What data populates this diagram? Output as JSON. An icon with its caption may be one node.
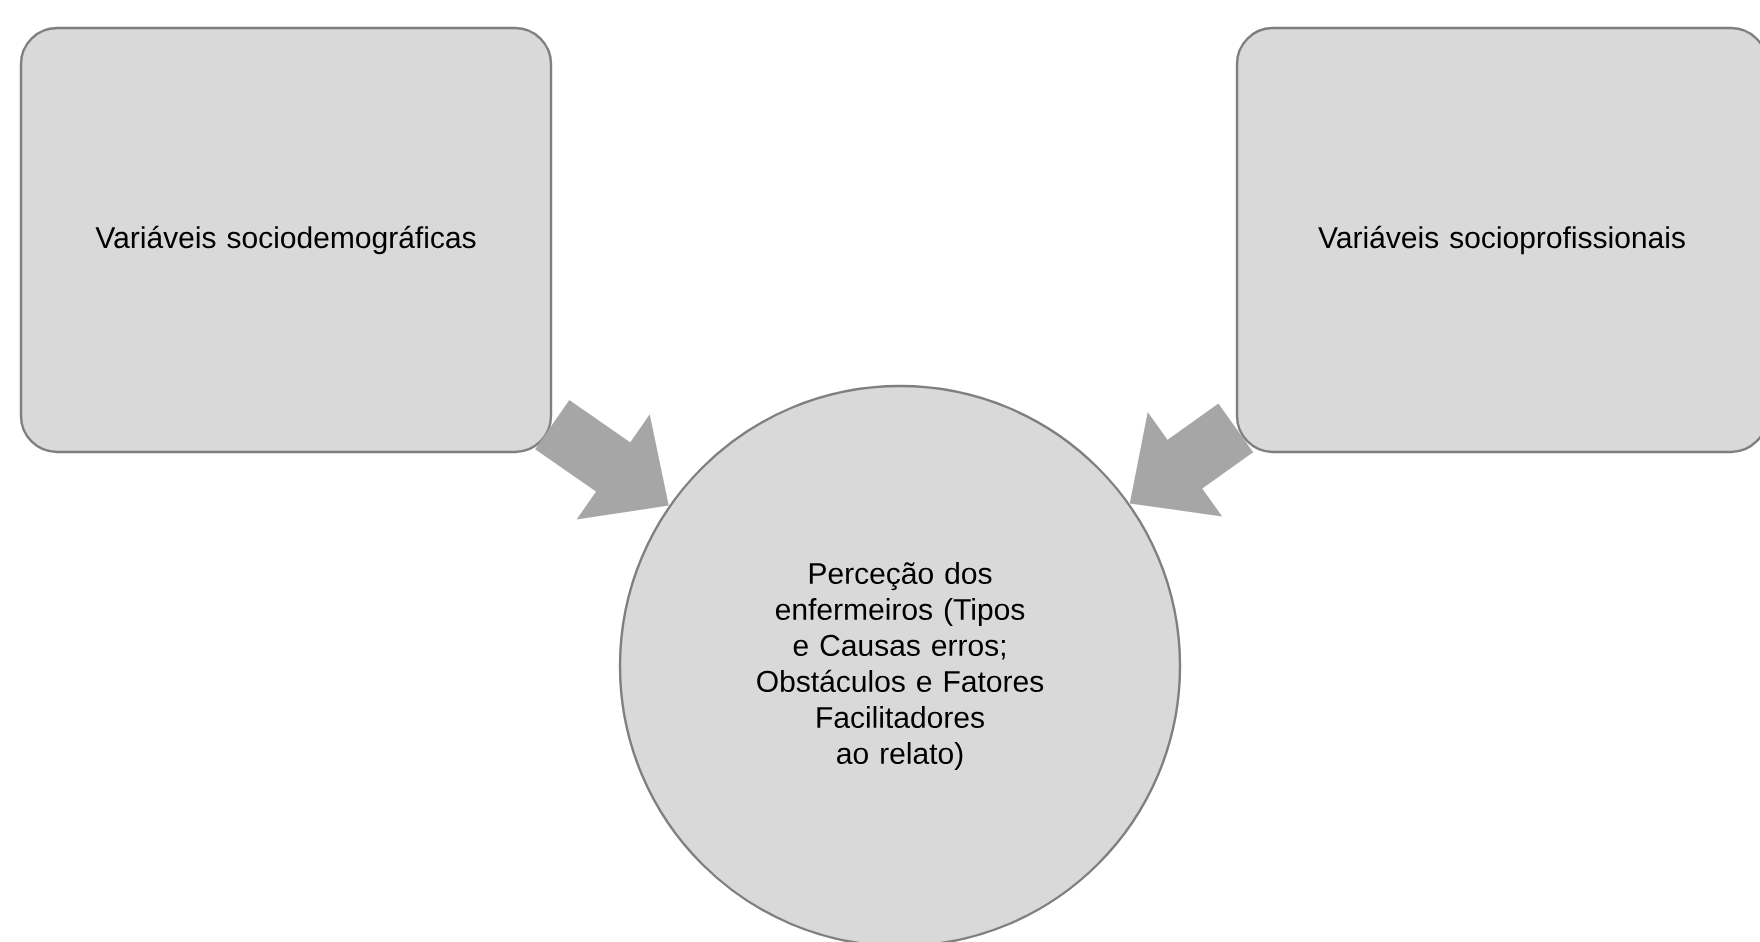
{
  "diagram": {
    "nodes": [
      {
        "text": [
          "Variáveis sociodemográficas"
        ]
      },
      {
        "text": [
          "Variáveis socioprofissionais"
        ]
      },
      {
        "text": [
          "Perceção dos enfermeiros  (Tipos e Causas erros; Obstáculos e Fatores Facilitadores ao relato)"
        ]
      }
    ],
    "edges": [
      {
        "from": 0,
        "to": 2,
        "arrow": "to"
      },
      {
        "from": 1,
        "to": 2,
        "arrow": "to"
      }
    ]
  }
}
